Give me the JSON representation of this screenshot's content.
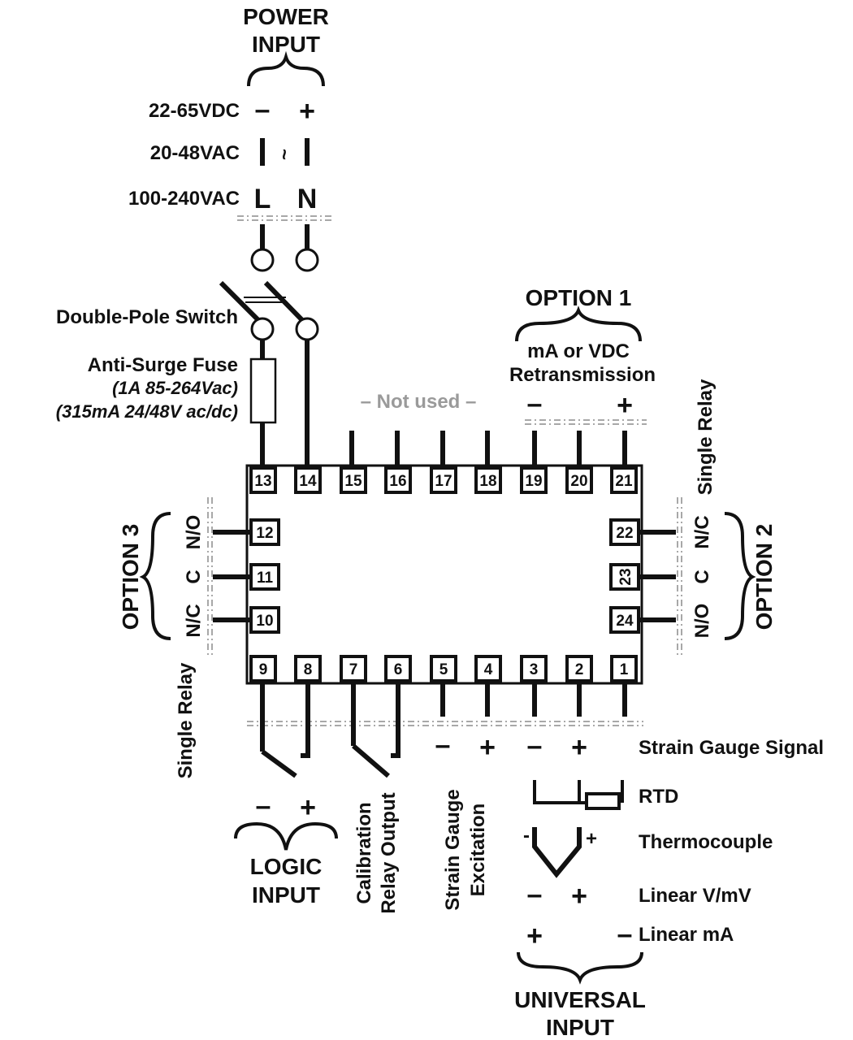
{
  "power": {
    "title_line1": "POWER",
    "title_line2": "INPUT",
    "rows": [
      {
        "label": "22-65VDC",
        "left": "–",
        "right": "+"
      },
      {
        "label": "20-48VAC",
        "left": "|",
        "mid": "~",
        "right": "|"
      },
      {
        "label": "100-240VAC",
        "left": "L",
        "right": "N"
      }
    ]
  },
  "switch_label": "Double-Pole Switch",
  "fuse": {
    "title": "Anti-Surge Fuse",
    "line1": "(1A 85-264Vac)",
    "line2": "(315mA 24/48V ac/dc)"
  },
  "not_used": "– Not used –",
  "option1": {
    "title": "OPTION 1",
    "line1": "mA or VDC",
    "line2": "Retransmission",
    "minus": "–",
    "plus": "+"
  },
  "option2": {
    "title": "OPTION 2",
    "nc": "N/C",
    "c": "C",
    "no": "N/O",
    "single_relay": "Single Relay"
  },
  "option3": {
    "title": "OPTION 3",
    "no": "N/O",
    "c": "C",
    "nc": "N/C",
    "single_relay": "Single Relay"
  },
  "terminals": {
    "top": [
      "13",
      "14",
      "15",
      "16",
      "17",
      "18",
      "19",
      "20",
      "21"
    ],
    "right": [
      "22",
      "23",
      "24"
    ],
    "bottom": [
      "9",
      "8",
      "7",
      "6",
      "5",
      "4",
      "3",
      "2",
      "1"
    ],
    "left": [
      "12",
      "11",
      "10"
    ]
  },
  "logic_input": {
    "minus": "–",
    "plus": "+",
    "title_line1": "LOGIC",
    "title_line2": "INPUT"
  },
  "calibration": {
    "line1": "Calibration",
    "line2": "Relay Output"
  },
  "strain_excitation": {
    "minus": "–",
    "plus": "+",
    "line1": "Strain Gauge",
    "line2": "Excitation"
  },
  "universal_input": {
    "rows": [
      {
        "label": "Strain Gauge Signal",
        "left": "–",
        "right": "+"
      },
      {
        "label": "RTD"
      },
      {
        "label": "Thermocouple",
        "left": "-",
        "right": "+"
      },
      {
        "label": "Linear V/mV",
        "left": "–",
        "right": "+"
      },
      {
        "label": "Linear mA",
        "left": "+",
        "right": "–"
      }
    ],
    "title_line1": "UNIVERSAL",
    "title_line2": "INPUT"
  }
}
